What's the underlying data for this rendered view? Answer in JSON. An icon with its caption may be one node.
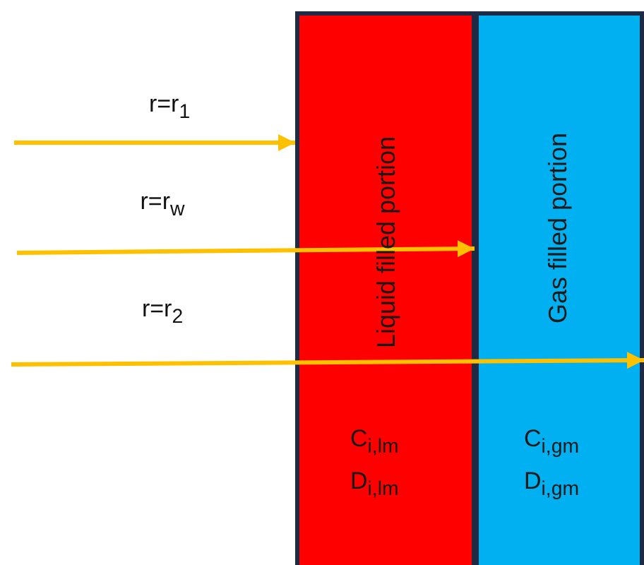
{
  "diagram": {
    "nodes": [
      {
        "text": [
          "Liquid filled portion",
          "C$_{i,lm}$",
          "D$_{i,lm}$"
        ]
      },
      {
        "text": [
          "Gas filled portion",
          "C$_{i,gm}$",
          "D$_{i,gm}$"
        ]
      }
    ],
    "edges": [
      {
        "from": null,
        "to": 0,
        "arrow": "to",
        "label": "r=r$_{1}$"
      },
      {
        "from": null,
        "to": 1,
        "arrow": "to",
        "label": "r=r$_{w}$"
      },
      {
        "from": null,
        "to": 1,
        "arrow": "to",
        "label": "r=r$_{2}$"
      }
    ]
  }
}
